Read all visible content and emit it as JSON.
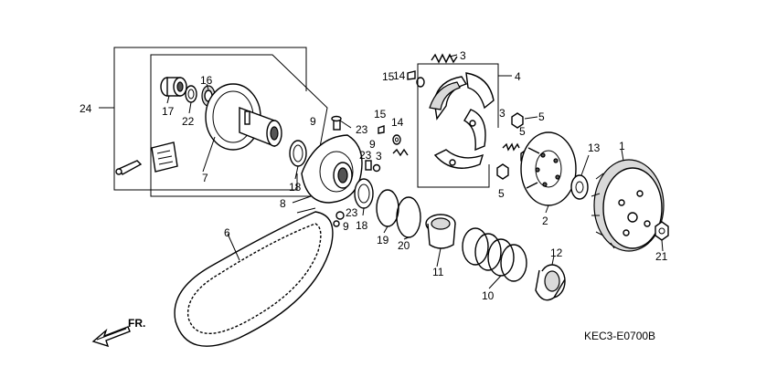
{
  "diagram_code": "KEC3-E0700B",
  "direction_label": "FR.",
  "callouts": [
    {
      "id": "c1",
      "text": "1"
    },
    {
      "id": "c2",
      "text": "2"
    },
    {
      "id": "c3a",
      "text": "3"
    },
    {
      "id": "c3b",
      "text": "3"
    },
    {
      "id": "c3c",
      "text": "3"
    },
    {
      "id": "c4",
      "text": "4"
    },
    {
      "id": "c5a",
      "text": "5"
    },
    {
      "id": "c5b",
      "text": "5"
    },
    {
      "id": "c5c",
      "text": "5"
    },
    {
      "id": "c6",
      "text": "6"
    },
    {
      "id": "c7",
      "text": "7"
    },
    {
      "id": "c8",
      "text": "8"
    },
    {
      "id": "c9a",
      "text": "9"
    },
    {
      "id": "c9b",
      "text": "9"
    },
    {
      "id": "c9c",
      "text": "9"
    },
    {
      "id": "c10",
      "text": "10"
    },
    {
      "id": "c11",
      "text": "11"
    },
    {
      "id": "c12",
      "text": "12"
    },
    {
      "id": "c13",
      "text": "13"
    },
    {
      "id": "c14a",
      "text": "14"
    },
    {
      "id": "c14b",
      "text": "14"
    },
    {
      "id": "c15a",
      "text": "15"
    },
    {
      "id": "c15b",
      "text": "15"
    },
    {
      "id": "c16",
      "text": "16"
    },
    {
      "id": "c17",
      "text": "17"
    },
    {
      "id": "c18a",
      "text": "18"
    },
    {
      "id": "c18b",
      "text": "18"
    },
    {
      "id": "c19",
      "text": "19"
    },
    {
      "id": "c20",
      "text": "20"
    },
    {
      "id": "c21",
      "text": "21"
    },
    {
      "id": "c22",
      "text": "22"
    },
    {
      "id": "c23a",
      "text": "23"
    },
    {
      "id": "c23b",
      "text": "23"
    },
    {
      "id": "c23c",
      "text": "23"
    },
    {
      "id": "c24",
      "text": "24"
    }
  ]
}
